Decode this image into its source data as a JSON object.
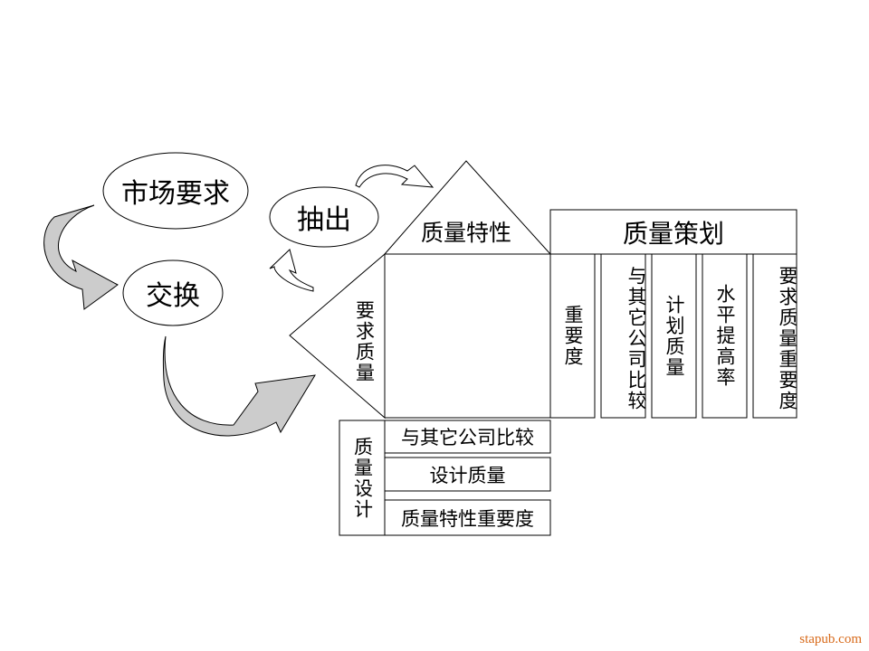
{
  "ellipses": {
    "market": "市场要求",
    "exchange": "交换",
    "extract": "抽出"
  },
  "house": {
    "roof": "质量特性",
    "left_wall": "要求质量"
  },
  "planning": {
    "title": "质量策划",
    "columns": [
      "重要度",
      "与其它公司比较",
      "计划质量",
      "水平提高率",
      "要求质量重要度"
    ]
  },
  "design": {
    "label": "质量设计",
    "rows": [
      "与其它公司比较",
      "设计质量",
      "质量特性重要度"
    ]
  },
  "watermark": "stapub.com"
}
